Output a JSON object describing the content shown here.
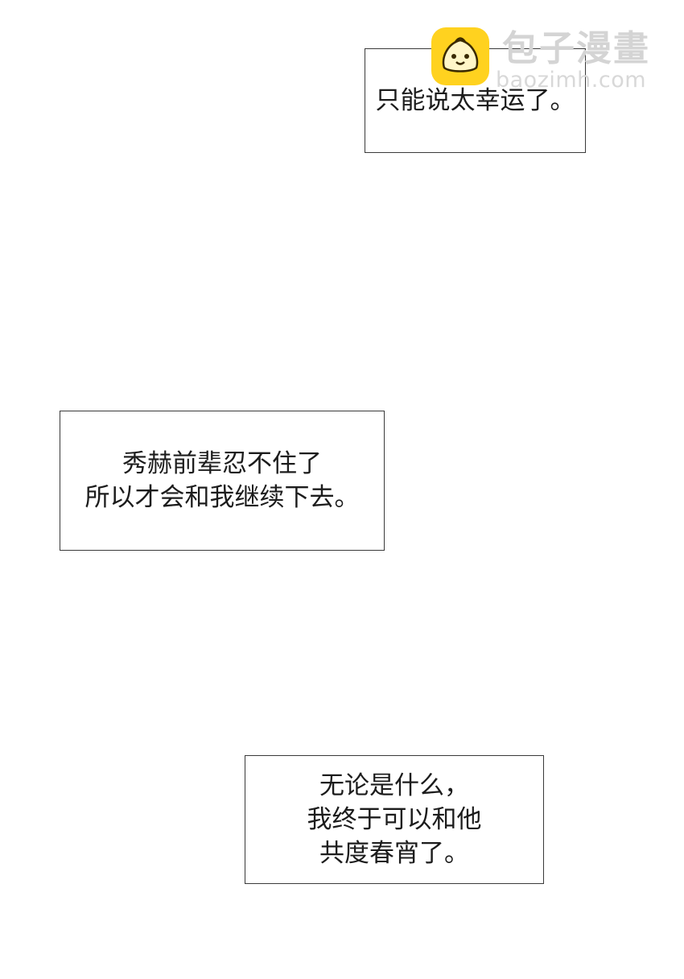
{
  "watermark": {
    "brand": "包子漫畫",
    "domain": "baozimh.com",
    "logo_color": "#ffd21f",
    "logo_icon": "bun-mascot-icon"
  },
  "captions": [
    {
      "lines": [
        "只能说太幸运了。"
      ]
    },
    {
      "lines": [
        "秀赫前辈忍不住了",
        "所以才会和我继续下去。"
      ]
    },
    {
      "lines": [
        "无论是什么，",
        "我终于可以和他",
        "共度春宵了。"
      ]
    }
  ]
}
